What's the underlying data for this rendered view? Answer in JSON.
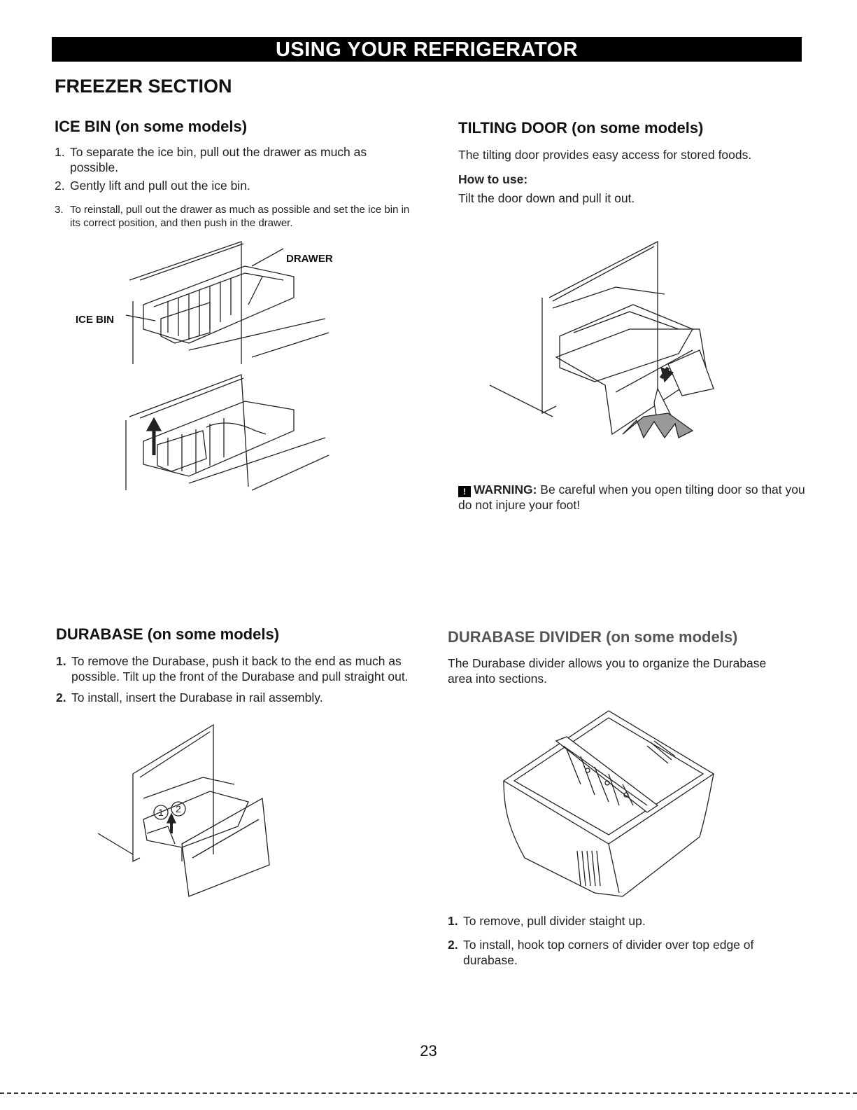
{
  "banner": "USING YOUR REFRIGERATOR",
  "section_title": "FREEZER SECTION",
  "ice_bin": {
    "heading": "ICE BIN (on some models)",
    "steps": [
      {
        "num": "1.",
        "text": "To separate the ice bin, pull out the drawer as much as possible."
      },
      {
        "num": "2.",
        "text": "Gently lift and pull out the ice bin."
      },
      {
        "num": "3.",
        "text": "To reinstall, pull out the drawer as much as possible and set the ice bin in its correct position, and then push in the drawer."
      }
    ],
    "fig_labels": {
      "drawer": "DRAWER",
      "ice_bin": "ICE BIN"
    }
  },
  "tilting_door": {
    "heading": "TILTING DOOR (on some models)",
    "intro": "The tilting door provides easy access for stored foods.",
    "howto_label": "How to use:",
    "howto_text": "Tilt the door down and pull it out.",
    "warning_label": "WARNING:",
    "warning_text": "Be careful when you open tilting door so that you do not injure your foot!"
  },
  "durabase": {
    "heading": "DURABASE (on some models)",
    "steps": [
      {
        "num": "1.",
        "text": "To remove the Durabase, push it back to the end as much as possible. Tilt up the front of the Durabase and pull straight out."
      },
      {
        "num": "2.",
        "text": "To install, insert the Durabase in rail assembly."
      }
    ],
    "fig_callouts": [
      "1",
      "2"
    ]
  },
  "divider": {
    "heading": "DURABASE DIVIDER (on some models)",
    "intro": "The Durabase divider allows you to organize the Durabase area into sections.",
    "steps": [
      {
        "num": "1.",
        "text": "To remove, pull divider staight up."
      },
      {
        "num": "2.",
        "text": "To install, hook top corners of divider over top edge of durabase."
      }
    ]
  },
  "page_number": "23"
}
